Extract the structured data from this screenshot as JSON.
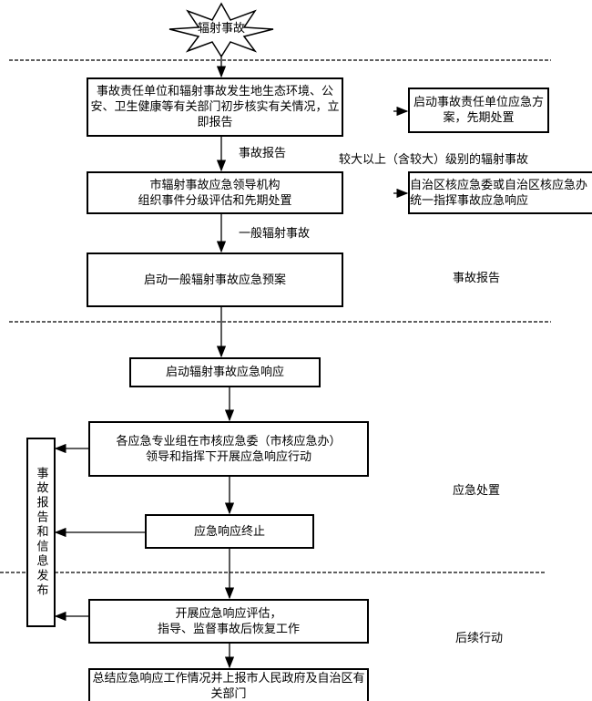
{
  "start": "辐射事故",
  "boxes": {
    "verify": "事故责任单位和辐射事故发生地生态环境、公安、卫生健康等有关部门初步核实有关情况，立即报告",
    "unit_plan": "启动事故责任单位应急方案，先期处置",
    "city_org": "市辐射事故应急领导机构\n组织事件分级评估和先期处置",
    "region": "自治区核应急委或自治区核应急办统一指挥事故应急响应",
    "general_plan": "启动一般辐射事故应急预案",
    "start_response": "启动辐射事故应急响应",
    "actions": "各应急专业组在市核应急委（市核应急办）\n领导和指挥下开展应急响应行动",
    "terminate": "应急响应终止",
    "evaluate": "开展应急响应评估，\n指导、监督事故后恢复工作",
    "summary": "总结应急响应工作情况并上报市人民政府及自治区有关部门",
    "info_release": "事故报告和信息发布"
  },
  "labels": {
    "report": "事故报告",
    "major": "较大以上（含较大）级别的辐射事故",
    "general": "一般辐射事故"
  },
  "phases": [
    "事故报告",
    "应急处置",
    "后续行动"
  ]
}
